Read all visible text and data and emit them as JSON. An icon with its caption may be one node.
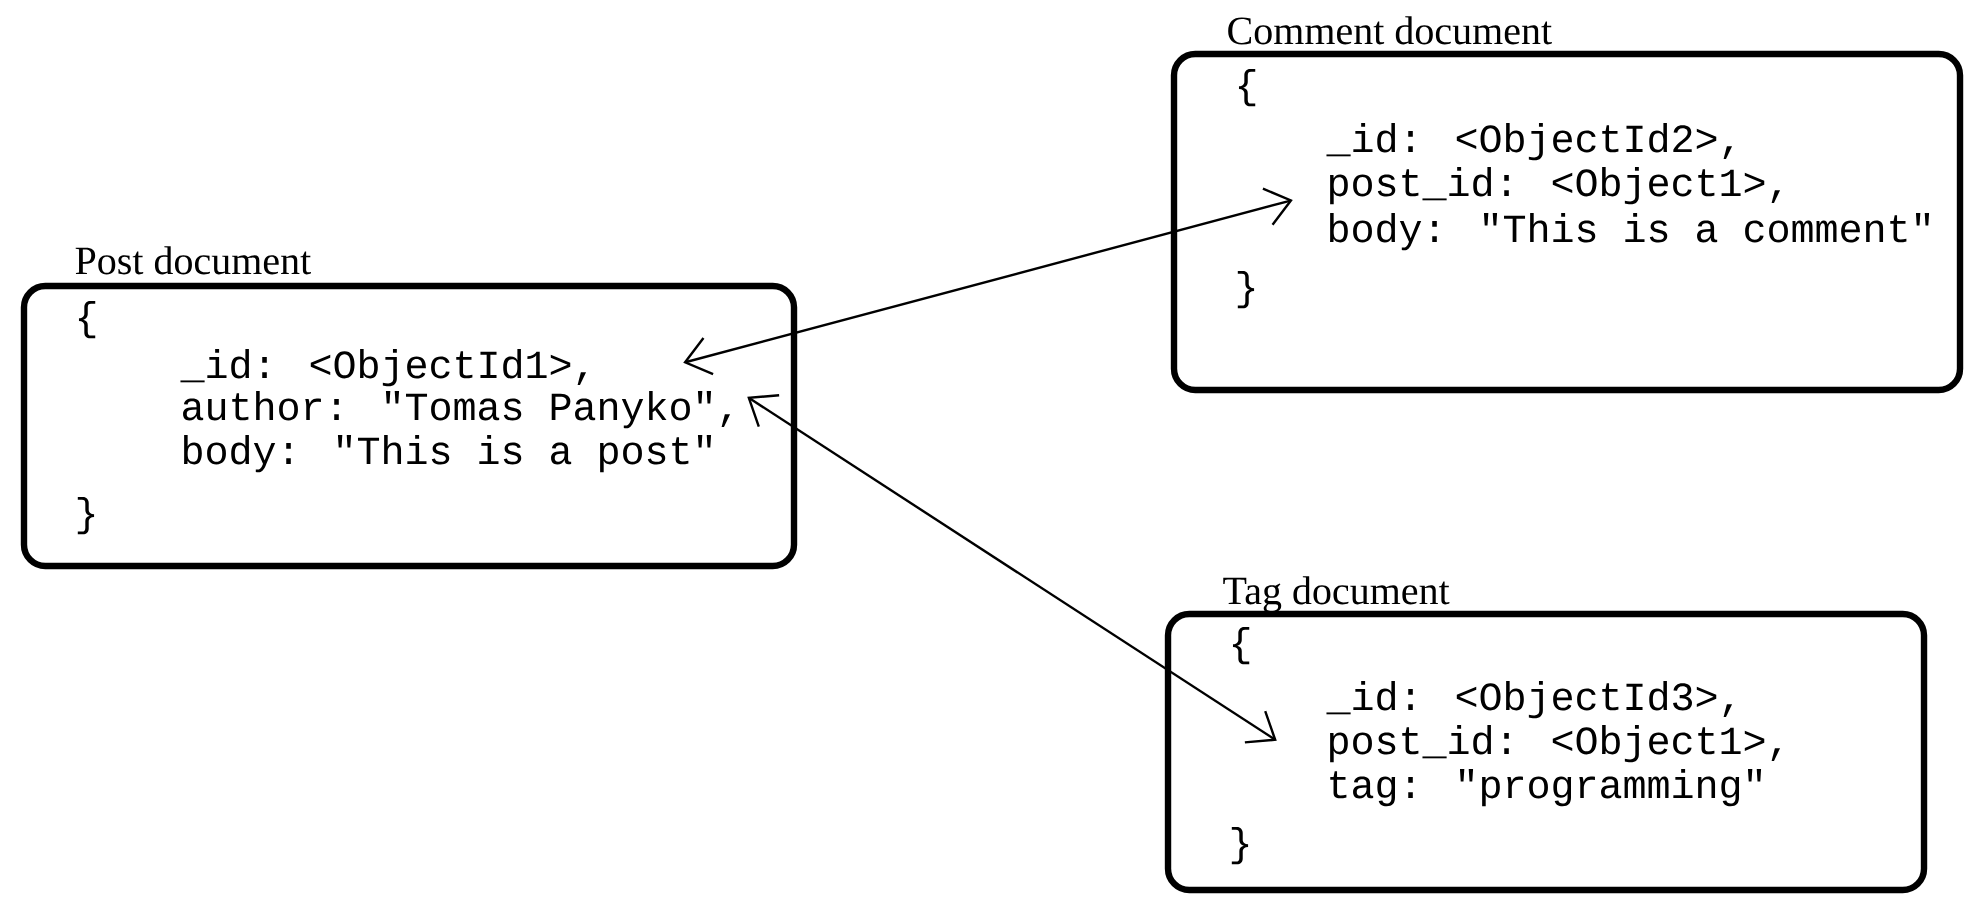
{
  "diagram": {
    "nodes": [
      {
        "text": [
          "Post document",
          "{",
          "_id: <ObjectId1>,",
          "author: \"Tomas Panyko\",",
          "body: \"This is a post\"",
          "}"
        ]
      },
      {
        "text": [
          "Comment document",
          "{",
          "_id: <ObjectId2>,",
          "post_id: <Object1>,",
          "body: \"This is a comment\"",
          "}"
        ]
      },
      {
        "text": [
          "Tag document",
          "{",
          "_id: <ObjectId3>,",
          "post_id: <Object1>,",
          "tag: \"programming\"",
          "}"
        ]
      }
    ],
    "edges": [
      {
        "from": 0,
        "to": 1,
        "arrow": "both"
      },
      {
        "from": 0,
        "to": 2,
        "arrow": "both"
      }
    ]
  }
}
